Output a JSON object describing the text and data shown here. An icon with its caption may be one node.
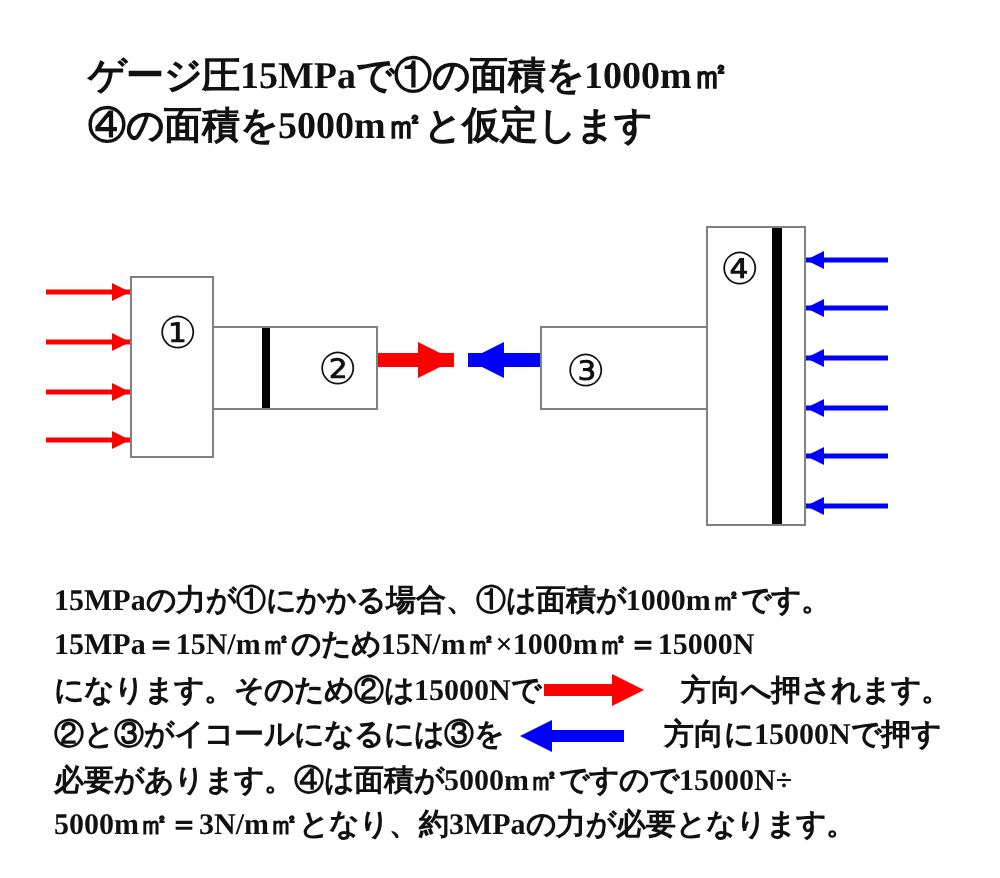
{
  "diagram": {
    "title": "ゲージ圧15MPaで①の面積を1000m㎡④の面積を5000m㎡と仮定します",
    "nodes": [
      {
        "text": [
          "①"
        ]
      },
      {
        "text": [
          "②"
        ]
      },
      {
        "text": [
          "③"
        ]
      },
      {
        "text": [
          "④"
        ]
      }
    ],
    "edges": [
      {
        "from": null,
        "to": 0,
        "arrow": "to",
        "color": "#ff0000"
      },
      {
        "from": null,
        "to": 0,
        "arrow": "to",
        "color": "#ff0000"
      },
      {
        "from": null,
        "to": 0,
        "arrow": "to",
        "color": "#ff0000"
      },
      {
        "from": null,
        "to": 0,
        "arrow": "to",
        "color": "#ff0000"
      },
      {
        "from": 1,
        "to": null,
        "arrow": "to",
        "style": "thick",
        "color": "#ff0000"
      },
      {
        "from": 2,
        "to": null,
        "arrow": "to",
        "style": "thick"
      },
      {
        "from": null,
        "to": 3,
        "arrow": "to"
      },
      {
        "from": null,
        "to": 3,
        "arrow": "to"
      },
      {
        "from": null,
        "to": 3,
        "arrow": "to"
      },
      {
        "from": null,
        "to": 3,
        "arrow": "to"
      },
      {
        "from": null,
        "to": 3,
        "arrow": "to"
      },
      {
        "from": null,
        "to": 3,
        "arrow": "to"
      }
    ],
    "labels": [
      "15MPaの力が①にかかる場合、①は面積が1000m㎡です。",
      "15MPa＝15N/m㎡のため15N/m㎡×1000m㎡＝15000N",
      "になります。そのため②は15000Nで",
      "方向へ押されます。",
      "②と③がイコールになるには③を",
      "方向に15000Nで押す",
      "必要があります。④は面積が5000m㎡ですので15000N÷",
      "5000m㎡＝3N/m㎡となり、約3MPaの力が必要となります。"
    ]
  }
}
